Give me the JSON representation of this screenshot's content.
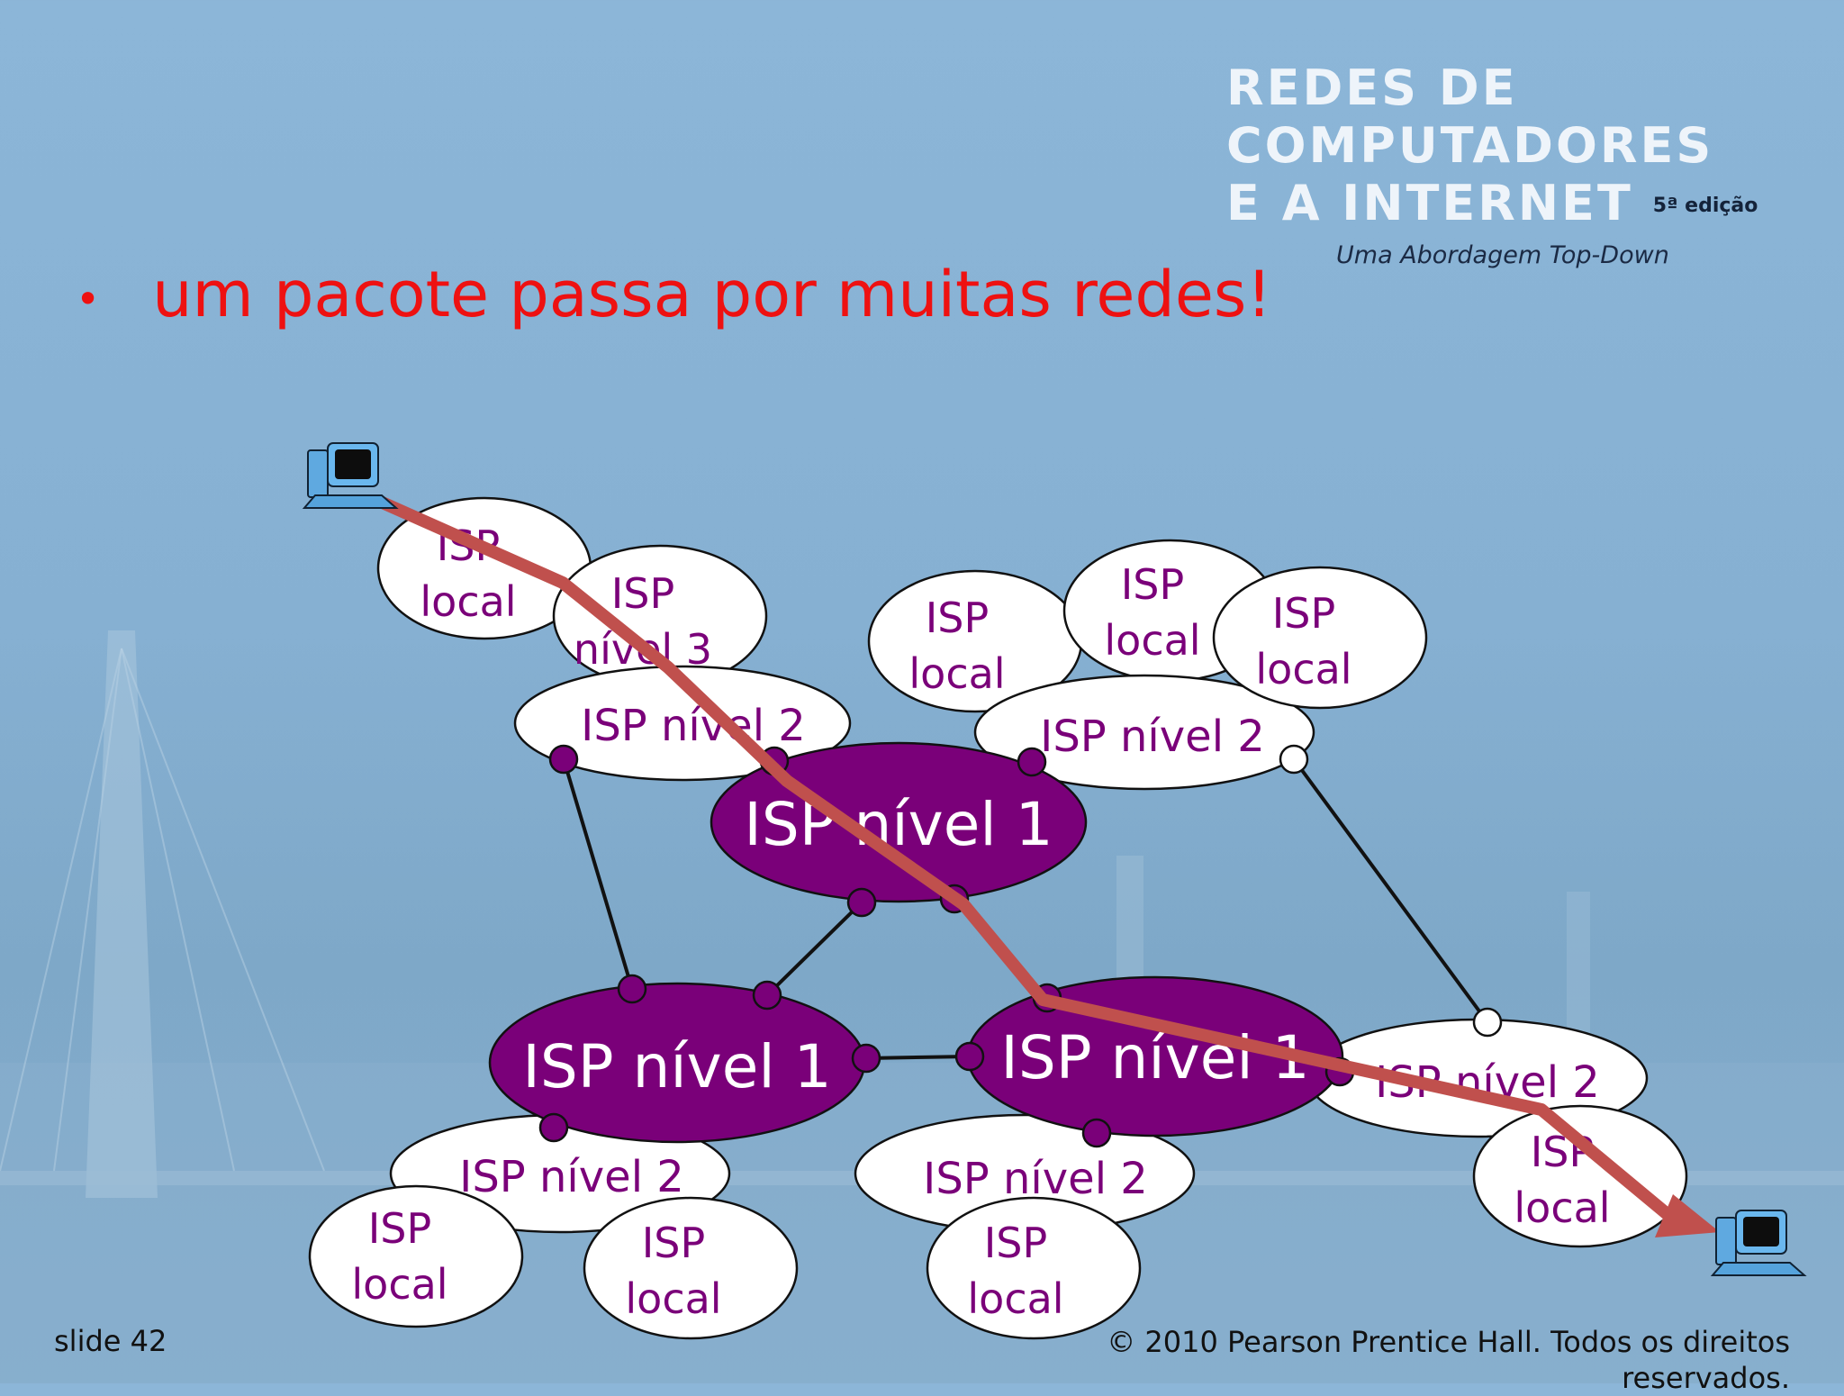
{
  "brand": {
    "lines": [
      "REDES DE",
      "COMPUTADORES",
      "E A INTERNET"
    ],
    "edition": "5ª edição",
    "subtitle": "Uma Abordagem Top-Down"
  },
  "bullet": "um pacote passa por muitas redes!",
  "footer": {
    "slide": "slide 42",
    "copyright": "© 2010 Pearson Prentice Hall. Todos os direitos reservados."
  },
  "colors": {
    "tier1_fill": "#7a0079",
    "tier1_text": "#ffffff",
    "cloud_fill": "#ffffff",
    "cloud_text": "#7a0079",
    "path": "#c0504d",
    "title": "#ee1111"
  },
  "icons": [
    "computer-icon-source",
    "computer-icon-destination"
  ],
  "diagram": {
    "tier1": [
      {
        "id": "t1-top",
        "label": "ISP nível 1"
      },
      {
        "id": "t1-left",
        "label": "ISP nível 1"
      },
      {
        "id": "t1-right",
        "label": "ISP nível 1"
      }
    ],
    "tier2": [
      {
        "id": "t2-top-left",
        "label": "ISP nível 2"
      },
      {
        "id": "t2-top-right",
        "label": "ISP nível 2"
      },
      {
        "id": "t2-bottom-left",
        "label": "ISP nível 2"
      },
      {
        "id": "t2-bottom-mid",
        "label": "ISP nível 2"
      },
      {
        "id": "t2-right",
        "label": "ISP nível 2"
      }
    ],
    "tier3": [
      {
        "id": "t3-top-left",
        "label": [
          "ISP",
          "nível 3"
        ]
      }
    ],
    "local": [
      {
        "id": "local-a",
        "label": [
          "ISP",
          "local"
        ]
      },
      {
        "id": "local-b",
        "label": [
          "ISP",
          "local"
        ]
      },
      {
        "id": "local-c",
        "label": [
          "ISP",
          "local"
        ]
      },
      {
        "id": "local-d",
        "label": [
          "ISP",
          "local"
        ]
      },
      {
        "id": "local-e",
        "label": [
          "ISP",
          "local"
        ]
      },
      {
        "id": "local-f",
        "label": [
          "ISP",
          "local"
        ]
      },
      {
        "id": "local-g",
        "label": [
          "ISP",
          "local"
        ]
      },
      {
        "id": "local-h",
        "label": [
          "ISP",
          "local"
        ]
      }
    ]
  }
}
